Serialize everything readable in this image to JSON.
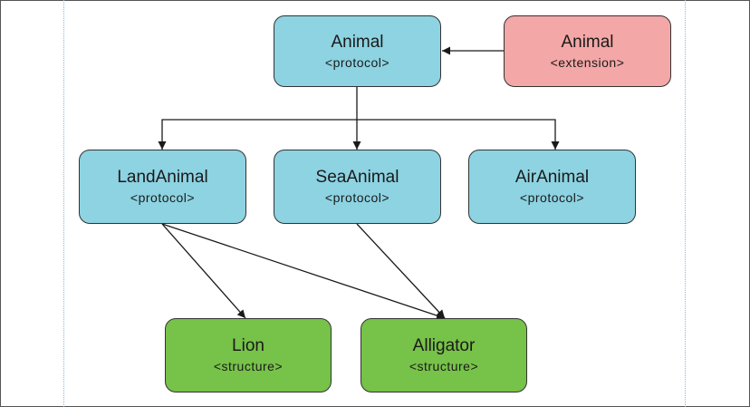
{
  "colors": {
    "protocol": "#8dd3e2",
    "extension": "#f4a7a7",
    "structure": "#77c249",
    "edge": "#1a1a1a"
  },
  "nodes": {
    "animal": {
      "name": "Animal",
      "kind": "<protocol>"
    },
    "animal_extension": {
      "name": "Animal",
      "kind": "<extension>"
    },
    "land_animal": {
      "name": "LandAnimal",
      "kind": "<protocol>"
    },
    "sea_animal": {
      "name": "SeaAnimal",
      "kind": "<protocol>"
    },
    "air_animal": {
      "name": "AirAnimal",
      "kind": "<protocol>"
    },
    "lion": {
      "name": "Lion",
      "kind": "<structure>"
    },
    "alligator": {
      "name": "Alligator",
      "kind": "<structure>"
    }
  },
  "edges": [
    {
      "from": "animal_extension",
      "to": "animal"
    },
    {
      "from": "animal",
      "to": "land_animal"
    },
    {
      "from": "animal",
      "to": "sea_animal"
    },
    {
      "from": "animal",
      "to": "air_animal"
    },
    {
      "from": "land_animal",
      "to": "lion"
    },
    {
      "from": "land_animal",
      "to": "alligator"
    },
    {
      "from": "sea_animal",
      "to": "alligator"
    }
  ]
}
